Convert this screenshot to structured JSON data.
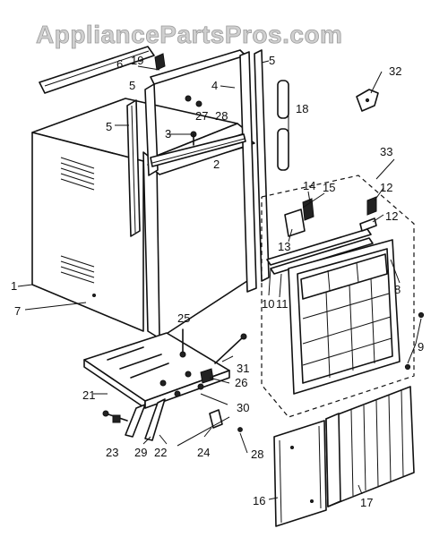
{
  "watermark": "AppliancePartsPros.com",
  "callouts": [
    "1",
    "2",
    "3",
    "4",
    "5",
    "5",
    "5",
    "6",
    "7",
    "8",
    "9",
    "10",
    "11",
    "12",
    "12",
    "13",
    "14",
    "15",
    "16",
    "17",
    "18",
    "19",
    "21",
    "22",
    "23",
    "24",
    "25",
    "26",
    "27",
    "28",
    "28",
    "29",
    "30",
    "31",
    "32",
    "33"
  ]
}
